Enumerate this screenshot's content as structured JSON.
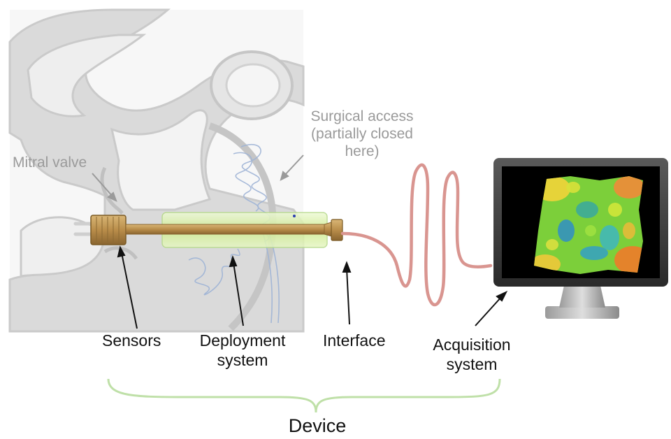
{
  "labels": {
    "mitral_valve": "Mitral valve",
    "surgical_access_line1": "Surgical access",
    "surgical_access_line2": "(partially closed",
    "surgical_access_line3": "here)",
    "sensors": "Sensors",
    "deployment_line1": "Deployment",
    "deployment_line2": "system",
    "interface": "Interface",
    "acquisition_line1": "Acquisition",
    "acquisition_line2": "system",
    "device": "Device"
  },
  "colors": {
    "anatomy_fill": "#d9d9d9",
    "anatomy_outline": "#c4c4c4",
    "rod": "#b98d4a",
    "sheath": "#d6f2a0",
    "cable": "#d99590",
    "spring": "#9fb4d6",
    "brace": "#bfe0a8",
    "monitor_frame": "#444444",
    "screen": "#000000"
  }
}
